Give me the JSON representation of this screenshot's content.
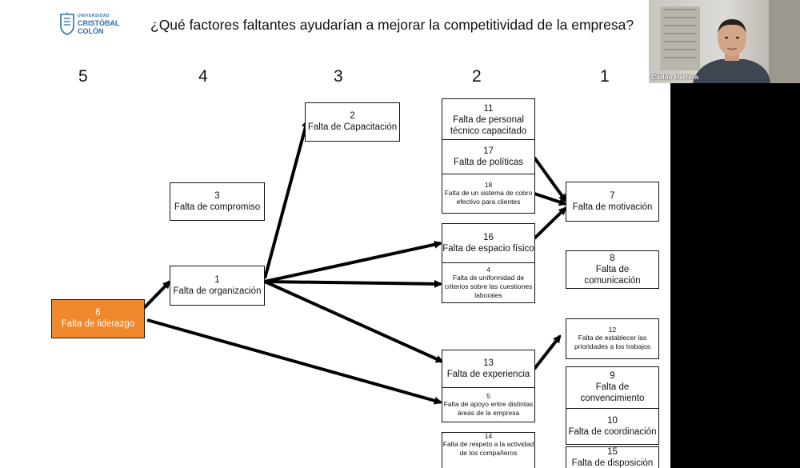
{
  "logo": {
    "line1": "UNIVERSIDAD",
    "line2": "CRISTÓBAL",
    "line3": "COLÓN",
    "color": "#2b6cb0"
  },
  "title": "¿Qué factores faltantes ayudarían a mejorar la competitividad de la empresa?",
  "levels": [
    "5",
    "4",
    "3",
    "2",
    "1"
  ],
  "nodes": [
    {
      "id": "n6",
      "num": "6",
      "label": "Falta de liderazgo",
      "highlight": true
    },
    {
      "id": "n3",
      "num": "3",
      "label": "Falta de compromiso"
    },
    {
      "id": "n1",
      "num": "1",
      "label": "Falta de organización"
    },
    {
      "id": "n2",
      "num": "2",
      "label": "Falta de Capacitación"
    },
    {
      "id": "n11",
      "num": "11",
      "label": "Falta de personal técnico capacitado"
    },
    {
      "id": "n17",
      "num": "17",
      "label": "Falta de políticas"
    },
    {
      "id": "n18",
      "num": "18",
      "label": "Falta de un sistema de cobro efectivo para clientes"
    },
    {
      "id": "n16",
      "num": "16",
      "label": "Falta de espacio físico"
    },
    {
      "id": "n4",
      "num": "4",
      "label": "Falta de uniformidad de criterios sobre las cuestiones laborales"
    },
    {
      "id": "n13",
      "num": "13",
      "label": "Falta de experiencia"
    },
    {
      "id": "n5",
      "num": "5",
      "label": "Falta de apoyo entre distintas áreas de la empresa"
    },
    {
      "id": "n14",
      "num": "14",
      "label": "Falta de respeto a la actividad de los compañeros"
    },
    {
      "id": "n7",
      "num": "7",
      "label": "Falta de motivación"
    },
    {
      "id": "n8",
      "num": "8",
      "label": "Falta de comunicación"
    },
    {
      "id": "n12",
      "num": "12",
      "label": "Falta de establecer las prioridades a los trabajos"
    },
    {
      "id": "n9",
      "num": "9",
      "label": "Falta de convencimiento"
    },
    {
      "id": "n10",
      "num": "10",
      "label": "Falta de coordinación"
    },
    {
      "id": "n15",
      "num": "15",
      "label": "Falta de disposición"
    }
  ],
  "edges": [
    [
      "n6",
      "n1"
    ],
    [
      "n6",
      "n5"
    ],
    [
      "n1",
      "n2"
    ],
    [
      "n1",
      "n16"
    ],
    [
      "n1",
      "n4"
    ],
    [
      "n1",
      "n13"
    ],
    [
      "n17",
      "n7"
    ],
    [
      "n18",
      "n7"
    ],
    [
      "n16",
      "n7"
    ],
    [
      "n13",
      "n12"
    ]
  ],
  "highlight_color": "#f0882e",
  "participant": {
    "name": "Carlos Herrera"
  }
}
